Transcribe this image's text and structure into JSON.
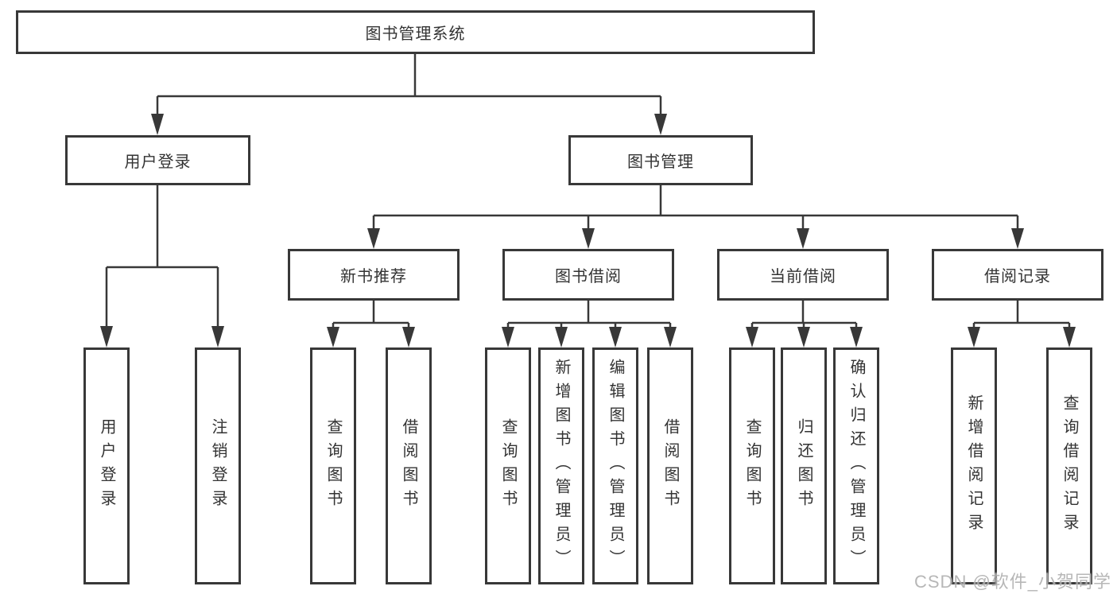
{
  "tree": {
    "root": "图书管理系统",
    "login": {
      "label": "用户登录",
      "children": [
        "用户登录",
        "注销登录"
      ]
    },
    "management": {
      "label": "图书管理",
      "groups": [
        {
          "label": "新书推荐",
          "children": [
            "查询图书",
            "借阅图书"
          ]
        },
        {
          "label": "图书借阅",
          "children": [
            "查询图书",
            "新增图书（管理员）",
            "编辑图书（管理员）",
            "借阅图书"
          ]
        },
        {
          "label": "当前借阅",
          "children": [
            "查询图书",
            "归还图书",
            "确认归还（管理员）"
          ]
        },
        {
          "label": "借阅记录",
          "children": [
            "新增借阅记录",
            "查询借阅记录"
          ]
        }
      ]
    }
  },
  "watermark": "CSDN @软件_小贺同学",
  "colors": {
    "line": "#383838",
    "text": "#333333",
    "watermark": "#b0b0b0",
    "background": "#ffffff"
  }
}
